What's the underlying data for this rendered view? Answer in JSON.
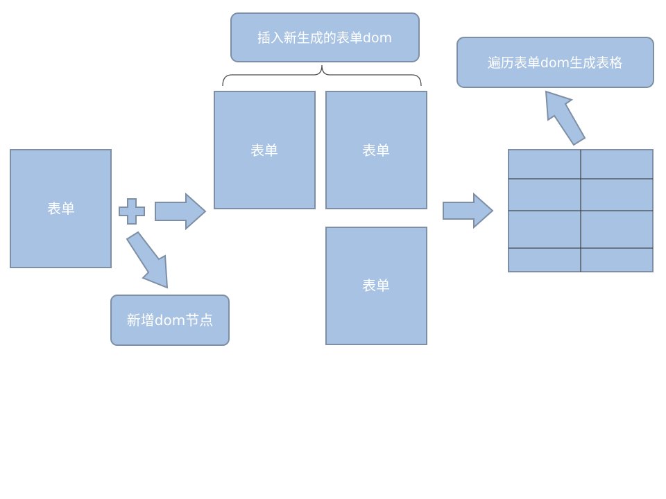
{
  "colors": {
    "box_fill": "#a7c2e2",
    "box_stroke": "#7e8fa5",
    "text": "#ffffff",
    "bracket": "#4a4a4a",
    "table_line": "#2b2b2b",
    "background": "#ffffff"
  },
  "source_form": {
    "label": "表单"
  },
  "plus_icon": "plus-icon",
  "callout_add": {
    "label": "新增dom节点"
  },
  "callout_insert": {
    "label": "插入新生成的表单dom"
  },
  "forms": [
    {
      "label": "表单"
    },
    {
      "label": "表单"
    },
    {
      "label": "表单"
    }
  ],
  "callout_traverse": {
    "label": "遍历表单dom生成表格"
  },
  "result_table": {
    "rows": 4,
    "cols": 2
  }
}
